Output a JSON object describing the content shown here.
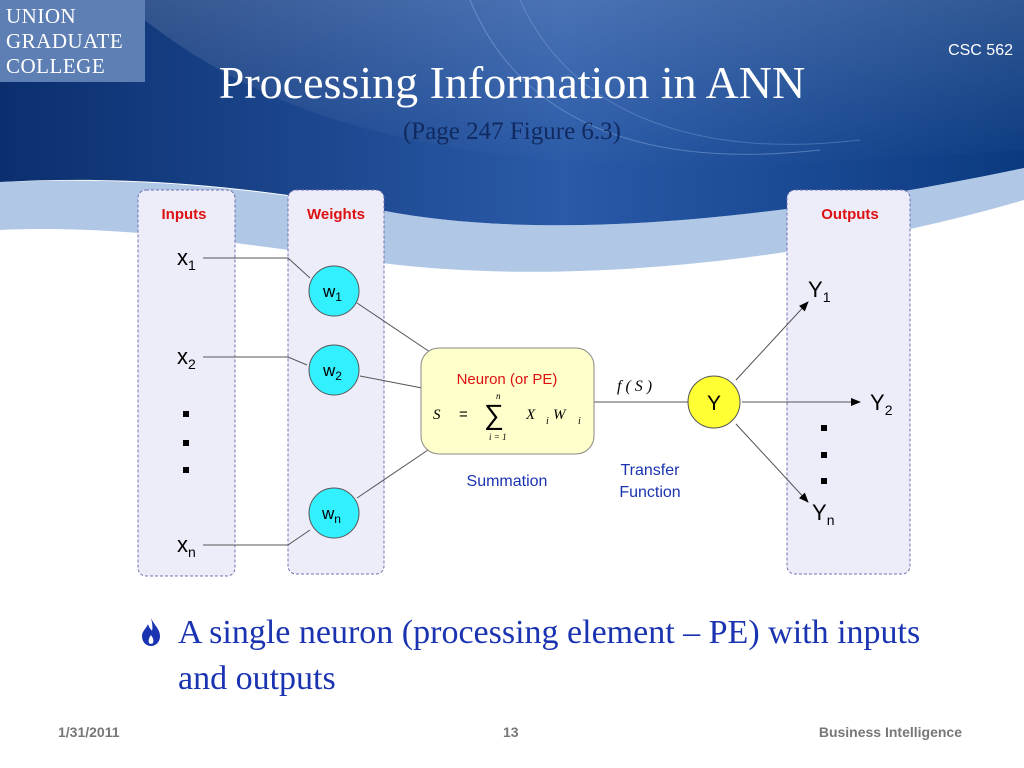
{
  "logo": {
    "line1": "UNION",
    "line2": "GRADUATE",
    "line3": "COLLEGE"
  },
  "course_code": "CSC 562",
  "slide": {
    "title": "Processing Information in ANN",
    "subtitle": "(Page 247 Figure 6.3)"
  },
  "diagram": {
    "headers": {
      "inputs": "Inputs",
      "weights": "Weights",
      "outputs": "Outputs"
    },
    "inputs": [
      {
        "base": "x",
        "sub": "1"
      },
      {
        "base": "x",
        "sub": "2"
      },
      {
        "base": "x",
        "sub": "n"
      }
    ],
    "weights": [
      {
        "base": "w",
        "sub": "1"
      },
      {
        "base": "w",
        "sub": "2"
      },
      {
        "base": "w",
        "sub": "n"
      }
    ],
    "neuron": {
      "title": "Neuron (or PE)",
      "formula": {
        "lhs": "S",
        "eq": "=",
        "sigma": "∑",
        "upper": "n",
        "lower": "i = 1",
        "x": "X",
        "x_sub": "i",
        "w": "W",
        "w_sub": "i"
      }
    },
    "function_label": "f ( S )",
    "output_node": "Y",
    "outputs": [
      {
        "base": "Y",
        "sub": "1"
      },
      {
        "base": "Y",
        "sub": "2"
      },
      {
        "base": "Y",
        "sub": "n"
      }
    ],
    "summation_label": "Summation",
    "transfer_label": {
      "line1": "Transfer",
      "line2": "Function"
    },
    "colors": {
      "node_fill": "#33f0ff",
      "output_fill": "#ffff33",
      "neuron_fill": "#ffffcc",
      "header": "#dd1111",
      "caption": "#1a33b0"
    }
  },
  "bullet": "A single neuron (processing element – PE) with inputs and outputs",
  "footer": {
    "date": "1/31/2011",
    "page": "13",
    "course_name": "Business Intelligence"
  }
}
